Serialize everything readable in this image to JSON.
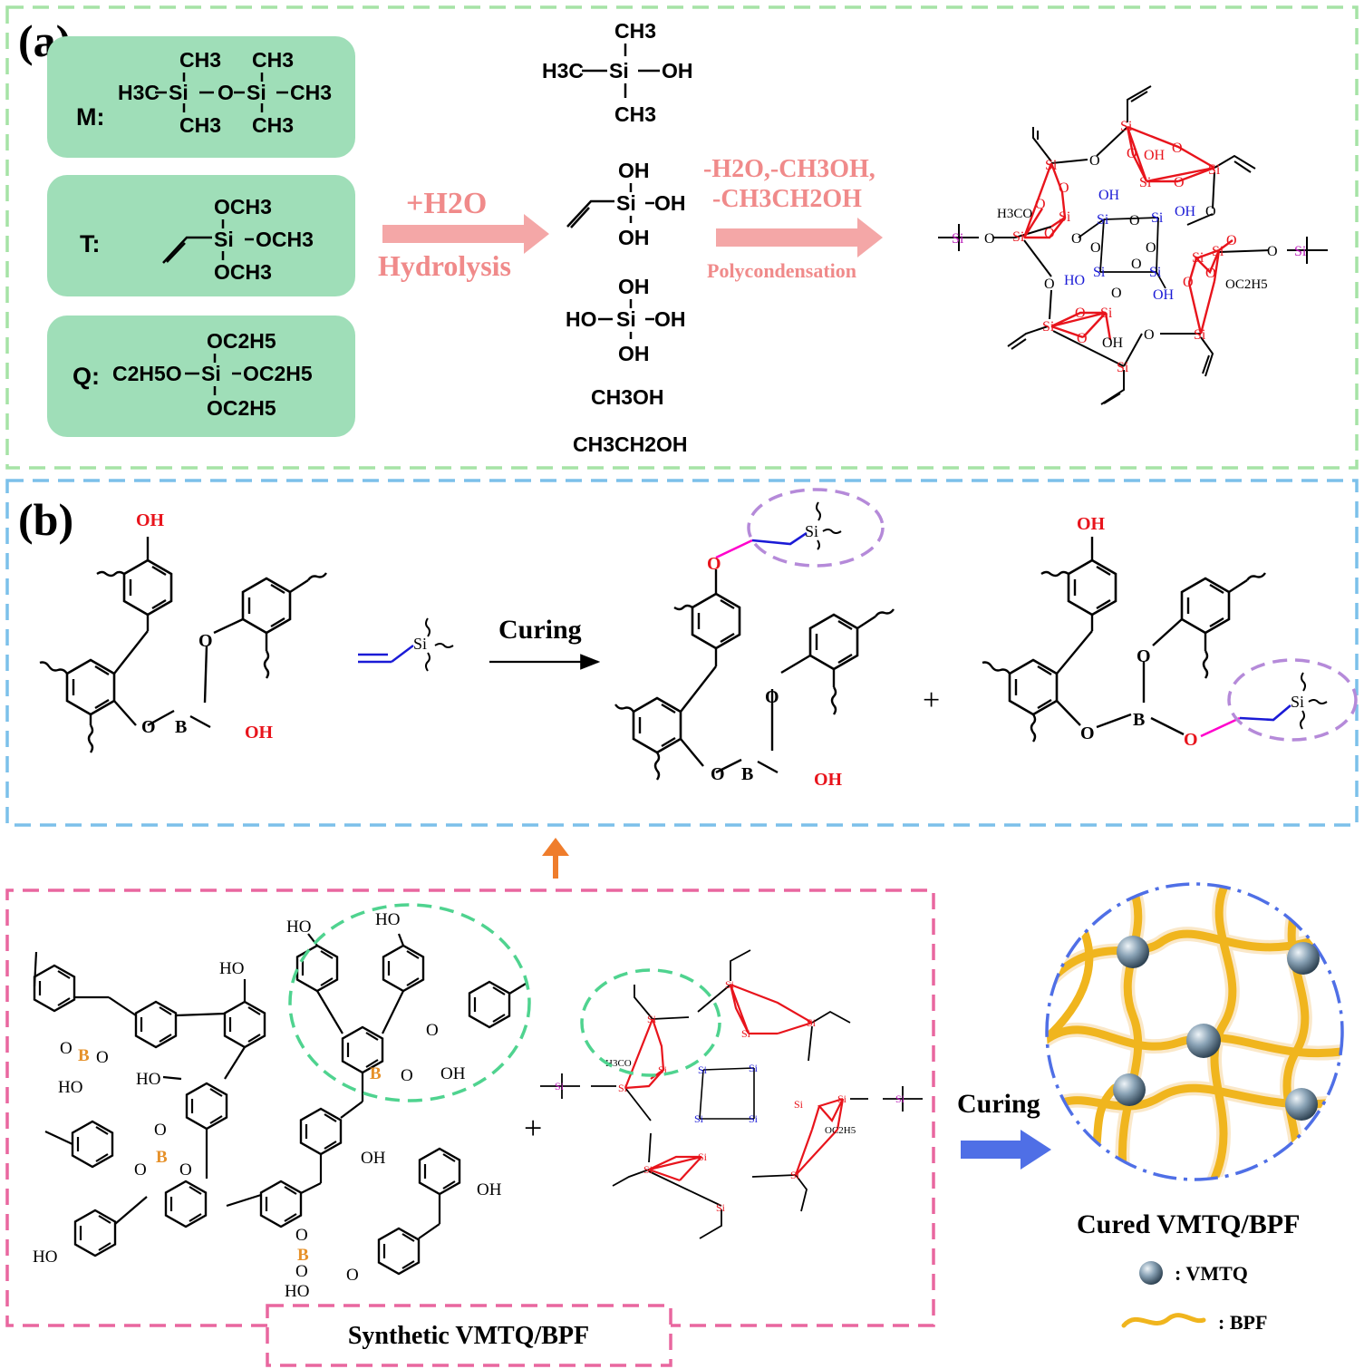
{
  "panel_a": {
    "label": "(a)",
    "monomers": {
      "m": {
        "tag": "M:",
        "me1": "CH3",
        "me2": "CH3",
        "left": "H3C",
        "si1": "Si",
        "o": "O",
        "si2": "Si",
        "right": "CH3",
        "me3": "CH3",
        "me4": "CH3"
      },
      "t": {
        "tag": "T:",
        "och3_top": "OCH3",
        "si": "Si",
        "och3_right": "OCH3",
        "och3_bottom": "OCH3"
      },
      "q": {
        "tag": "Q:",
        "oet_top": "OC2H5",
        "left": "C2H5O",
        "si": "Si",
        "oet_right": "OC2H5",
        "oet_bottom": "OC2H5"
      }
    },
    "hydrolysis": {
      "reagent": "+H2O",
      "label": "Hydrolysis"
    },
    "products": {
      "silanol1": {
        "top": "CH3",
        "left": "H3C",
        "si": "Si",
        "right": "OH",
        "bottom": "CH3"
      },
      "silanol2": {
        "top": "OH",
        "si": "Si",
        "right": "OH",
        "bottom": "OH"
      },
      "silanol3": {
        "top": "OH",
        "left": "HO",
        "si": "Si",
        "right": "OH",
        "bottom": "OH"
      },
      "methanol": "CH3OH",
      "ethanol": "CH3CH2OH"
    },
    "polycondensation": {
      "line1": "-H2O,-CH3OH,",
      "line2": "-CH3CH2OH",
      "label": "Polycondensation"
    },
    "network_labels": {
      "si": "Si",
      "o": "O",
      "oh": "OH",
      "ho": "HO",
      "h3co": "H3CO",
      "oc2h5": "OC2H5"
    }
  },
  "panel_b": {
    "label": "(b)",
    "curing": "Curing",
    "plus": "+",
    "atoms": {
      "oh": "OH",
      "o": "O",
      "b": "B",
      "si": "Si"
    }
  },
  "panel_c": {
    "plus": "+",
    "curing": "Curing",
    "footer": "Synthetic VMTQ/BPF",
    "cured_title": "Cured VMTQ/BPF",
    "legend": [
      {
        "name": ": VMTQ"
      },
      {
        "name": ": BPF"
      }
    ],
    "atoms": {
      "ho": "HO",
      "oh": "OH",
      "b": "B",
      "o": "O",
      "si": "Si",
      "h3co": "H3CO",
      "oc2h5": "OC2H5"
    }
  },
  "colors": {
    "box_a": "#a6e3a6",
    "box_b": "#7cc0ea",
    "box_c": "#e9679f",
    "monomer_fill": "#9fdeb8",
    "pink_text": "#f08a8a",
    "arrow_pink": "#f4a7a7",
    "si_red": "#e8141c",
    "si_blue": "#1a1ad6",
    "si_purple": "#b81ab8",
    "boron": "#e6912a",
    "green_ellipse": "#4fd38f",
    "purple_ellipse": "#b58ad9",
    "blue_arrow": "#4f6fe6",
    "orange_arrow": "#ef7d2c",
    "bpf_gold": "#f0b51e",
    "vmtq_sphere": "#8aa3b6"
  }
}
